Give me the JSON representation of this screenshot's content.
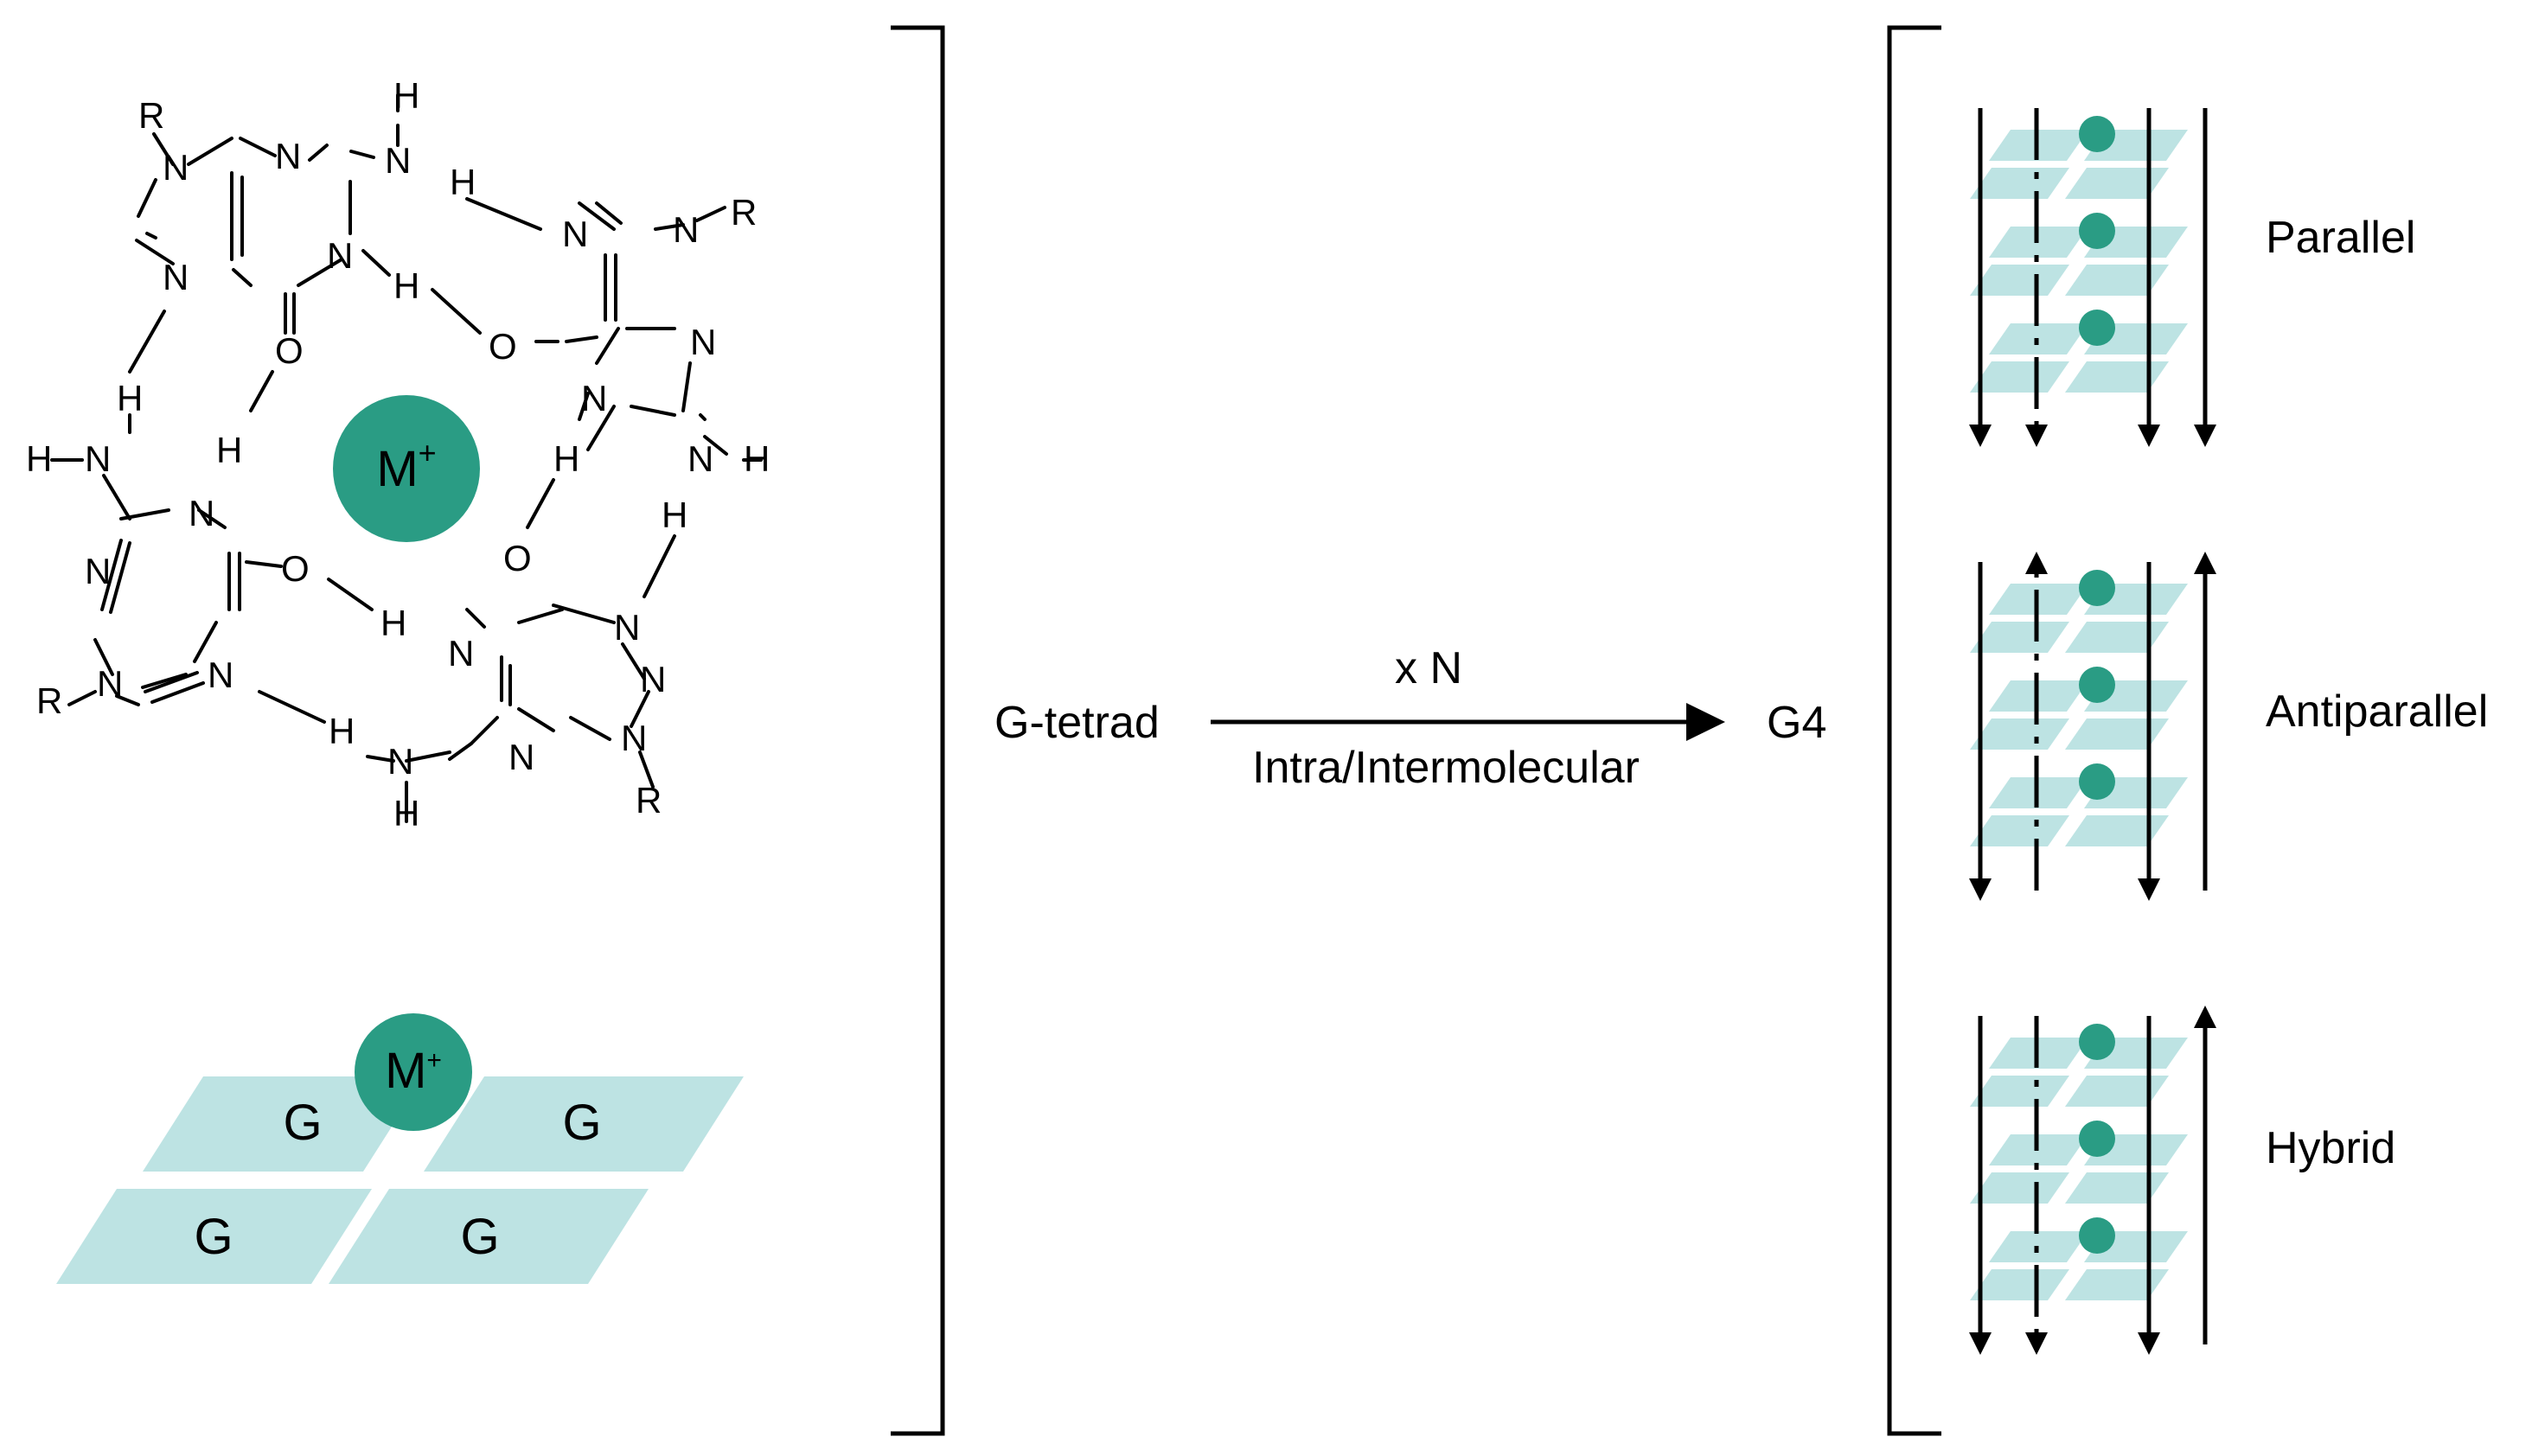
{
  "colors": {
    "accent": "#2a9c84",
    "tile": "#bde3e3",
    "line": "#000000",
    "background": "#ffffff"
  },
  "tetrad": {
    "metal_ion": "M+",
    "metal_base": "M",
    "metal_charge": "+",
    "atom_labels": {
      "nitrogen": "N",
      "hydrogen": "H",
      "oxygen": "O",
      "r_group": "R"
    },
    "schematic": {
      "metal_base": "M",
      "metal_charge": "+",
      "tiles": [
        "G",
        "G",
        "G",
        "G"
      ]
    }
  },
  "reaction": {
    "reactant": "G-tetrad",
    "product": "G4",
    "above_arrow": "x N",
    "below_arrow": "Intra/Intermolecular"
  },
  "topologies": [
    {
      "name": "Parallel",
      "strands": [
        "down",
        "down",
        "down",
        "down"
      ]
    },
    {
      "name": "Antiparallel",
      "strands": [
        "down",
        "up",
        "down",
        "up"
      ]
    },
    {
      "name": "Hybrid",
      "strands": [
        "down",
        "down",
        "down",
        "up"
      ]
    }
  ]
}
